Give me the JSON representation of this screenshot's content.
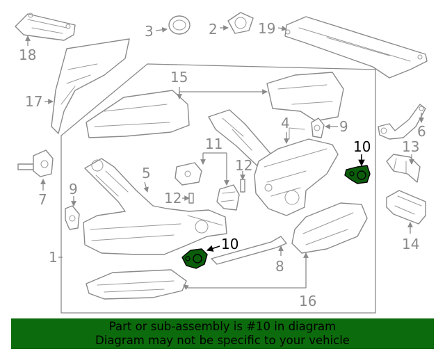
{
  "diagram": {
    "callouts": {
      "c1": "1",
      "c2": "2",
      "c3": "3",
      "c4": "4",
      "c5": "5",
      "c6": "6",
      "c7": "7",
      "c8": "8",
      "c9a": "9",
      "c9b": "9",
      "c10a": "10",
      "c10b": "10",
      "c11": "11",
      "c12a": "12",
      "c12b": "12",
      "c13": "13",
      "c14": "14",
      "c15": "15",
      "c16": "16",
      "c17": "17",
      "c18": "18",
      "c19": "19"
    },
    "highlight_color": "#0b5d0b"
  },
  "banner": {
    "line1": "Part or sub-assembly is #10 in diagram",
    "line2": "Diagram may not be specific to your vehicle",
    "background": "#0c6b0c"
  }
}
